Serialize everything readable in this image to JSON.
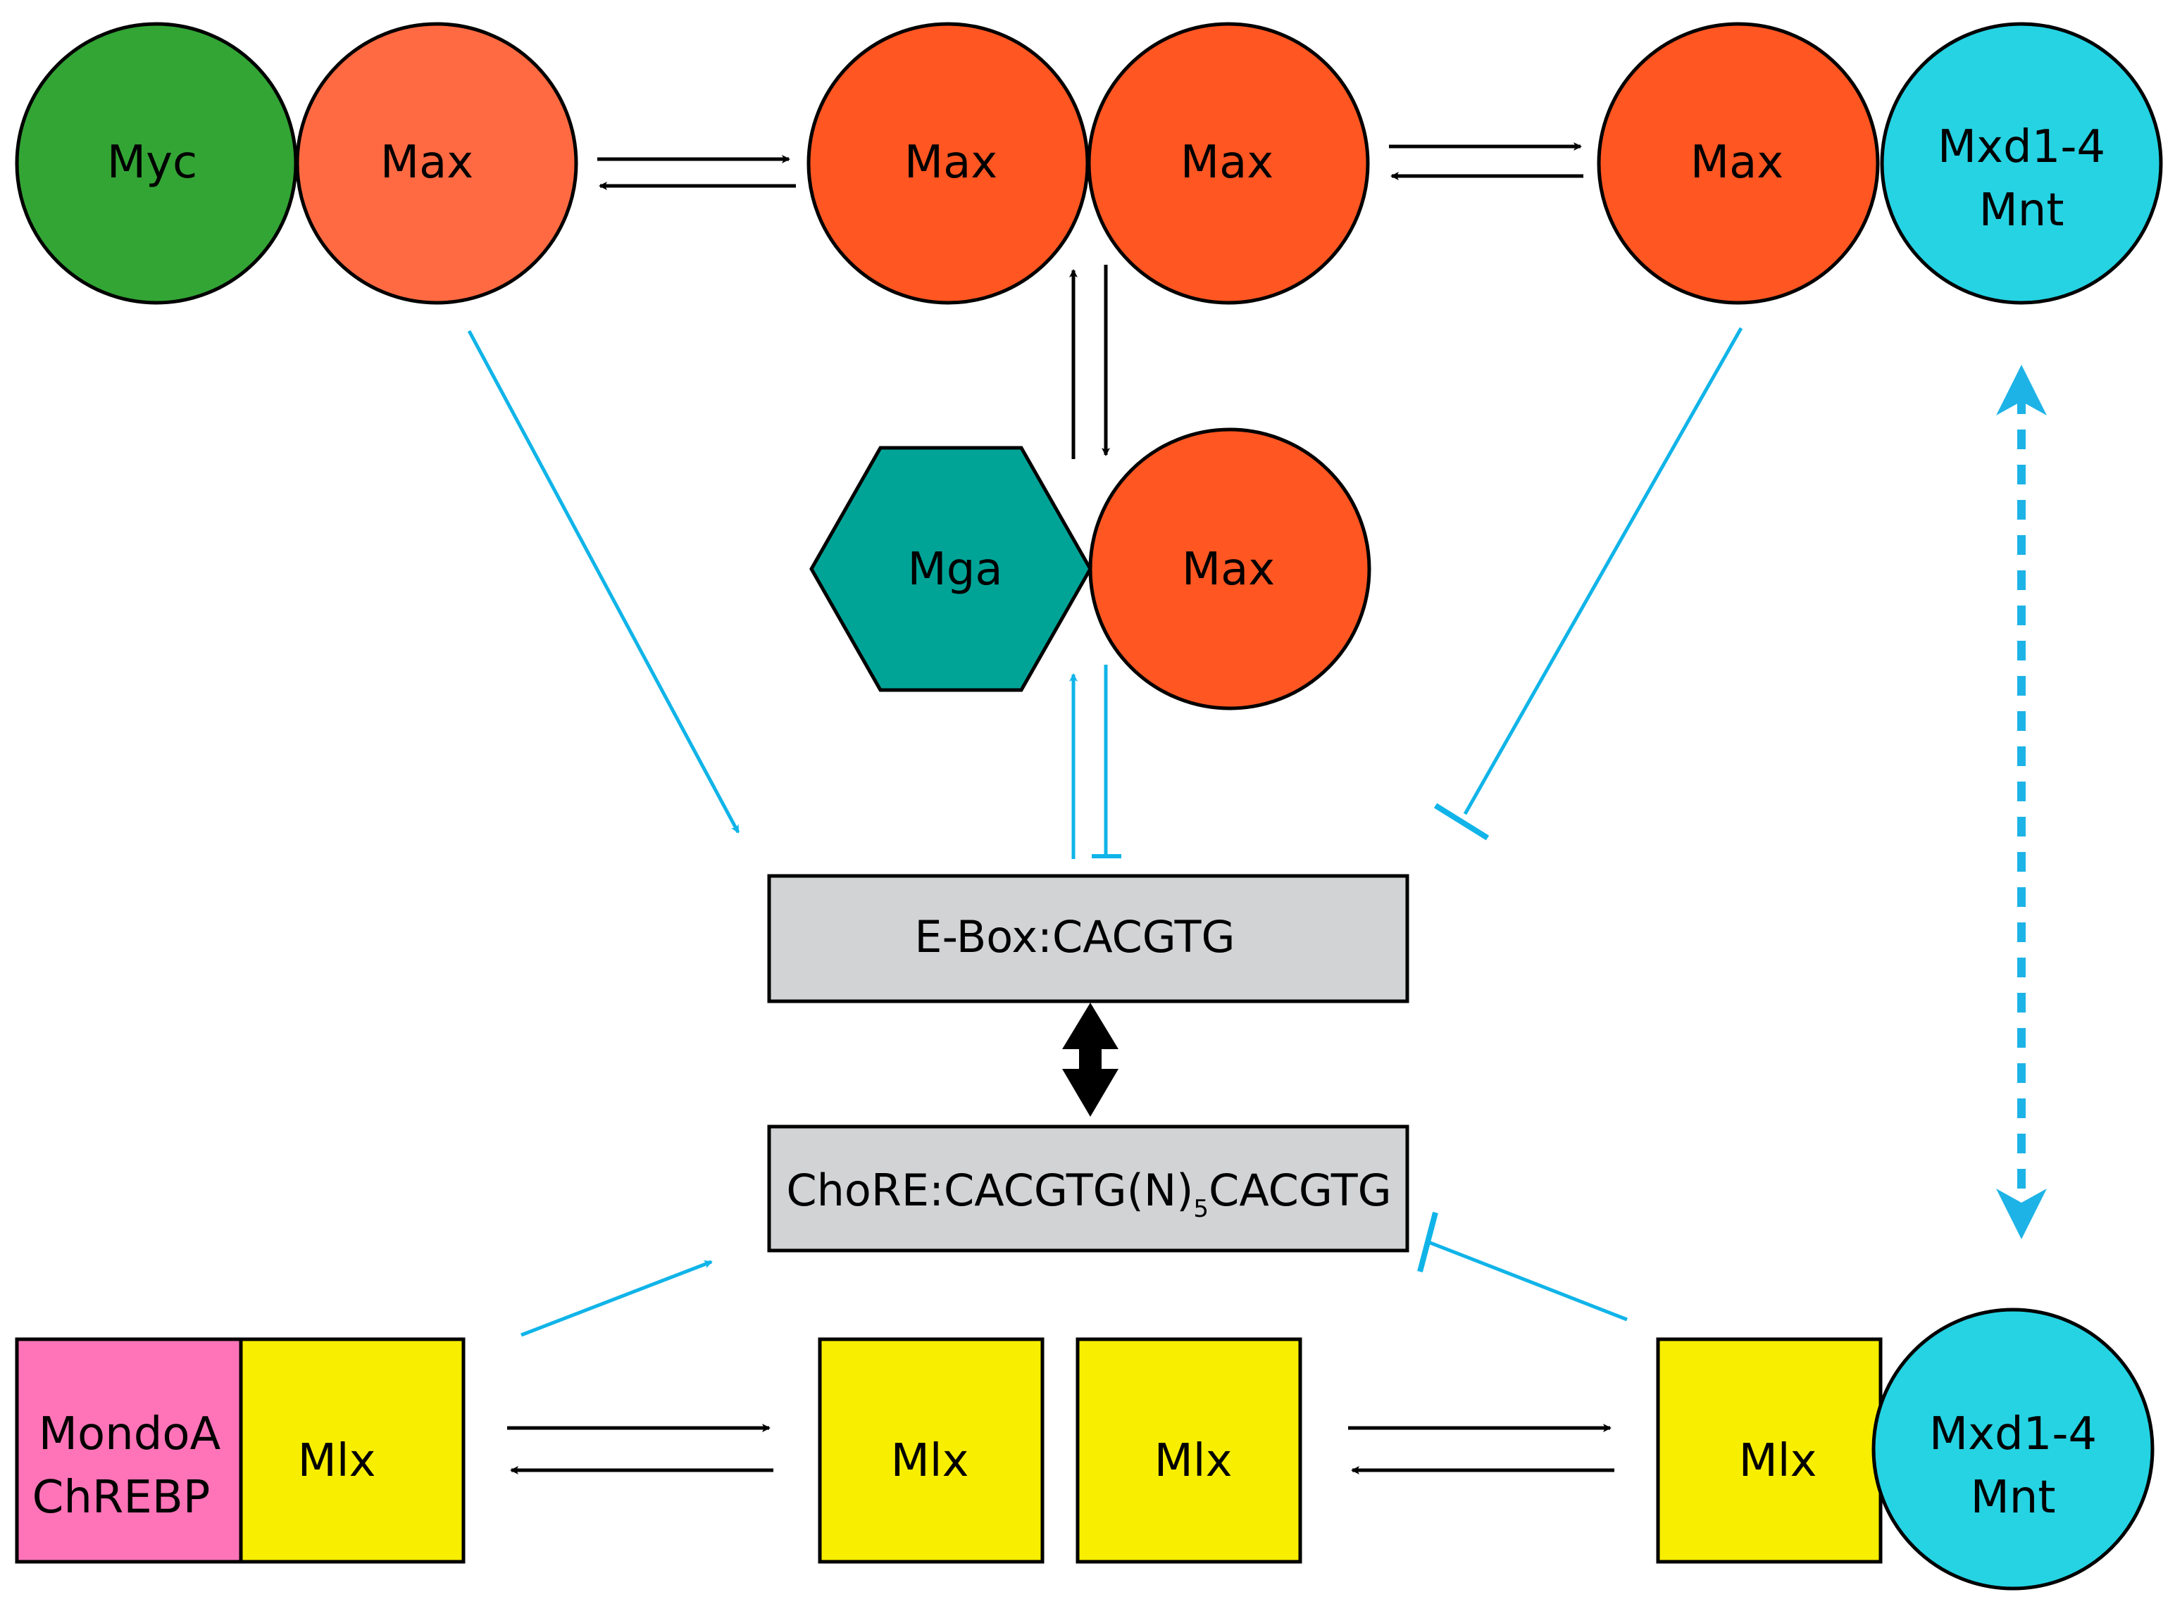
{
  "colors": {
    "myc": "#33a535",
    "max_pale": "#ff6a42",
    "max": "#ff5622",
    "mxd": "#25d3e3",
    "mga": "#00a497",
    "mlx": "#f8ee00",
    "mondo": "#ff74b8",
    "box": "#d1d3d4",
    "black": "#000000",
    "blue_line": "#10b4e8",
    "blue_dashed": "#1eb3e6"
  },
  "nodes": {
    "myc": "Myc",
    "max_1": "Max",
    "max_2": "Max",
    "max_3": "Max",
    "max_4": "Max",
    "mxd_top_line1": "Mxd1-4",
    "mxd_top_line2": "Mnt",
    "mga": "Mga",
    "max_mga": "Max",
    "mondo_line1": "MondoA",
    "mondo_line2": "ChREBP",
    "mlx_1": "Mlx",
    "mlx_2": "Mlx",
    "mlx_3": "Mlx",
    "mlx_4": "Mlx",
    "mxd_bottom_line1": "Mxd1-4",
    "mxd_bottom_line2": "Mnt"
  },
  "boxes": {
    "ebox": "E-Box:CACGTG",
    "chore_prefix": "ChoRE:CACGTG(N)",
    "chore_subscript": "5",
    "chore_suffix": "CACGTG"
  }
}
